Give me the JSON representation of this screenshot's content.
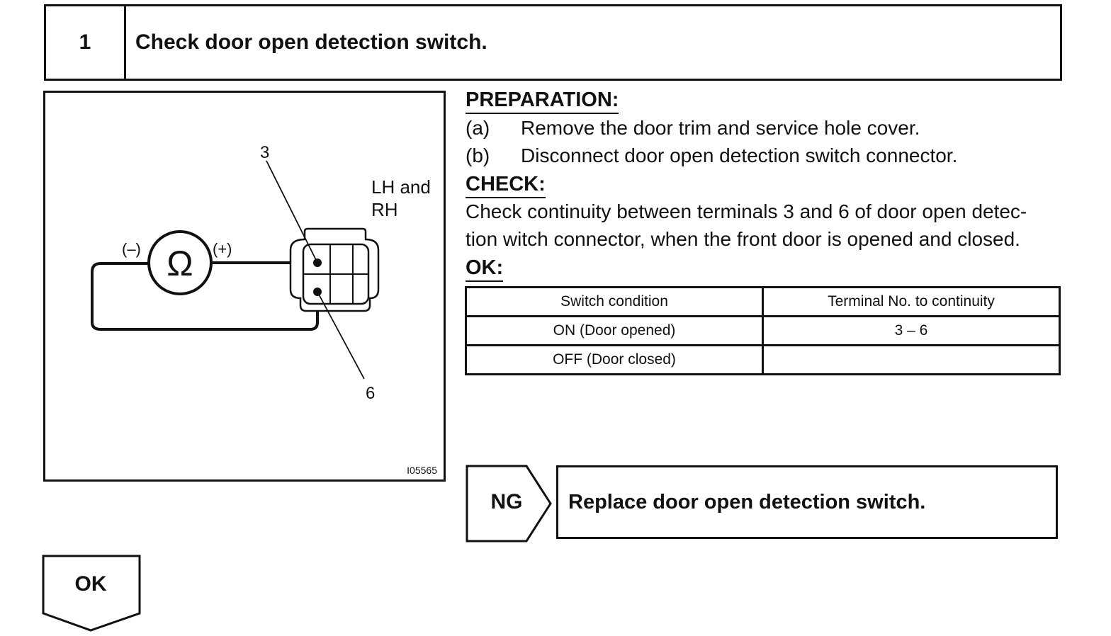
{
  "step": {
    "number": "1",
    "title": "Check door open detection switch."
  },
  "diagram": {
    "terminal_a": "3",
    "terminal_b": "6",
    "side_label_line1": "LH and",
    "side_label_line2": "RH",
    "meter_symbol": "Ω",
    "lead_negative": "(–)",
    "lead_positive": "(+)",
    "figure_id": "I05565"
  },
  "preparation": {
    "heading": "PREPARATION:",
    "items": [
      {
        "label": "(a)",
        "text": "Remove the door trim and service hole cover."
      },
      {
        "label": "(b)",
        "text": "Disconnect door open detection switch connector."
      }
    ]
  },
  "check": {
    "heading": "CHECK:",
    "line1": "Check continuity between terminals 3 and 6 of door open detec-",
    "line2": "tion witch connector, when the front door is opened and closed."
  },
  "ok_spec": {
    "heading": "OK:",
    "table": {
      "headers": [
        "Switch condition",
        "Terminal No. to continuity"
      ],
      "rows": [
        [
          "ON (Door opened)",
          "3 – 6"
        ],
        [
          "OFF (Door closed)",
          ""
        ]
      ]
    }
  },
  "ng": {
    "label": "NG",
    "action": "Replace door open detection switch."
  },
  "ok": {
    "label": "OK"
  }
}
